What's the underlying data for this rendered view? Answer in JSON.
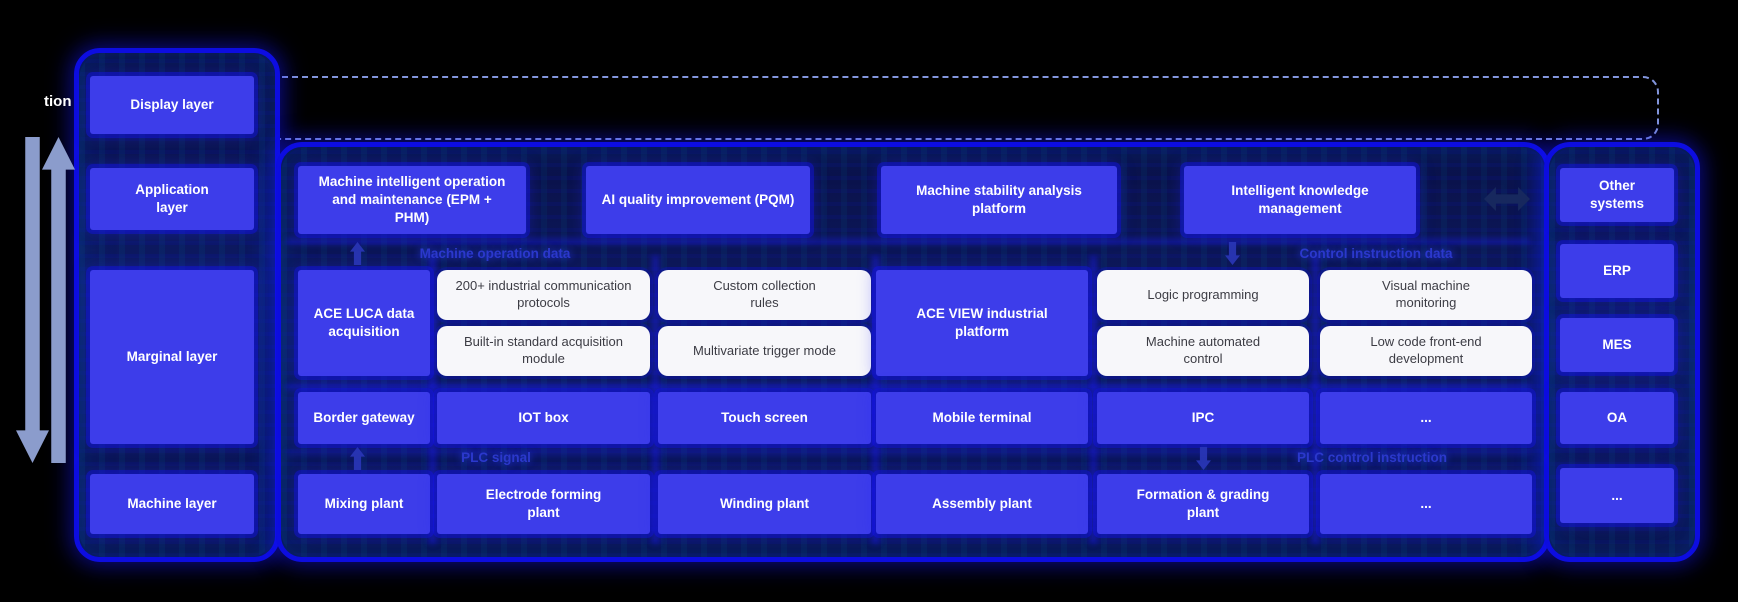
{
  "colors": {
    "background": "#000000",
    "box_blue": "#3d3dea",
    "container_border": "#0d0de0",
    "container_fill": "#0c1556",
    "white_box": "#f7f7fa",
    "flow_label_blue": "#2b38cc",
    "side_arrow": "#8b9ccc",
    "dashed_outline": "#8295dc"
  },
  "side": {
    "truncated_label": "tion"
  },
  "layers": {
    "display": "Display layer",
    "application": "Application layer",
    "marginal": "Marginal layer",
    "machine": "Machine layer"
  },
  "application_row": {
    "epm_phm": "Machine intelligent operation and maintenance (EPM + PHM)",
    "pqm": "AI quality improvement (PQM)",
    "stability": "Machine stability analysis platform",
    "knowledge": "Intelligent knowledge management",
    "other_systems": "Other systems"
  },
  "flow_labels": {
    "machine_operation_data": "Machine operation data",
    "control_instruction_data": "Control instruction data",
    "plc_signal": "PLC signal",
    "plc_control_instruction": "PLC control instruction"
  },
  "marginal_row": {
    "ace_luca": "ACE LUCA data acquisition",
    "protocols": "200+ industrial communication protocols",
    "builtin_module": "Built-in standard acquisition module",
    "custom_rules": "Custom collection rules",
    "multivariate": "Multivariate trigger mode",
    "ace_view": "ACE VIEW industrial platform",
    "logic_programming": "Logic programming",
    "machine_automated": "Machine automated control",
    "visual_monitoring": "Visual machine monitoring",
    "low_code": "Low code front-end development"
  },
  "device_row": {
    "border_gateway": "Border gateway",
    "iot_box": "IOT box",
    "touch_screen": "Touch screen",
    "mobile_terminal": "Mobile terminal",
    "ipc": "IPC",
    "more": "..."
  },
  "machine_row": {
    "mixing": "Mixing plant",
    "electrode": "Electrode forming plant",
    "winding": "Winding plant",
    "assembly": "Assembly plant",
    "formation": "Formation & grading plant",
    "more": "...",
    "more_right": "..."
  },
  "external_systems": {
    "erp": "ERP",
    "mes": "MES",
    "oa": "OA",
    "more": "..."
  }
}
